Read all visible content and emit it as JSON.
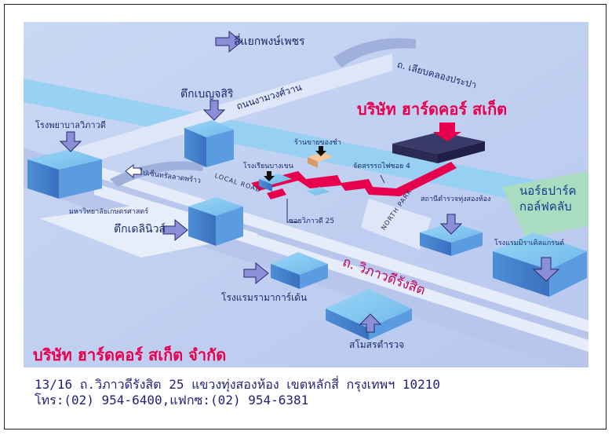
{
  "labels": {
    "sri_yaek_pong_phet": "สี่แยกพงษ์เพชร",
    "tuek_benjasiri": "ตึกเบญจสิริ",
    "thanon_ngam_wong_wan": "ถนนงามวงศ์วาน",
    "thanon_liap_khlong_prapa": "ถ. เลียบคลองประปา",
    "company_title": "บริษัท ฮาร์ดคอร์ สเก็ต",
    "hospital": "โรงพยาบาลวิภาวดี",
    "shop": "ร้านขายของชำ",
    "school": "โรงเรียนบางเขน",
    "to_chatuchak": "ไปเซ็นทรัลลาดพร้าว",
    "local_road": "LOCAL ROAD",
    "jatsorrat": "จัดสรรรถไฟซอย 4",
    "kasetsart": "มหาวิทยาลัยเกษตรศาสตร์",
    "soi_vibhavadi": "ซอยวิภาวดี 25",
    "police": "สถานีตำรวจทุ่งสองห้อง",
    "north_park_golf": "นอร์ธปาร์ค\nกอล์ฟคลับ",
    "tuek_delinews": "ตึกเดลินิวส์",
    "north_park": "NORTH PARK",
    "miracle_grand": "โรงแรมมิราเคิลแกรนด์",
    "vibhavadi_road": "ถ. วิภาวดีรังสิต",
    "rama_gardens": "โรงแรมรามาการ์เด้น",
    "police_club": "สโมสรตำรวจ",
    "company_full": "บริษัท ฮาร์ดคอร์ สเก็ต จำกัด"
  },
  "address": {
    "line1": "13/16 ถ.วิภาวดีรังสิต 25 แขวงทุ่งสองห้อง เขตหลักสี่ กรุงเทพฯ 10210",
    "line2": "โทร:(02) 954-6400,แฟกซ:(02) 954-6381"
  },
  "colors": {
    "accent": "#e8004f",
    "label": "#1a2a6c"
  }
}
